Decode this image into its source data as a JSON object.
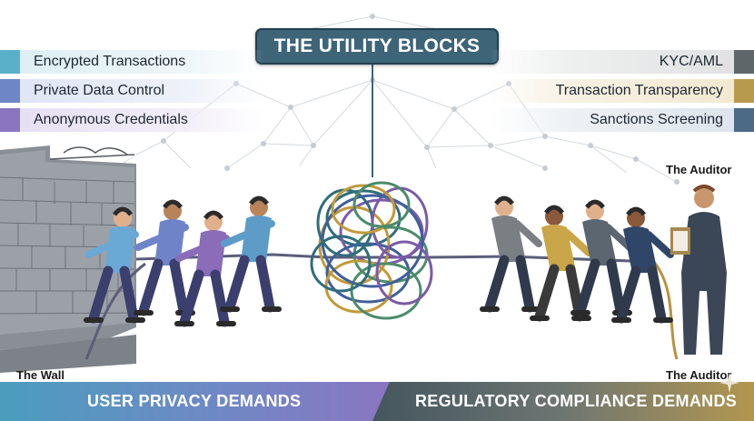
{
  "title": "THE UTILITY BLOCKS",
  "privacy_features": [
    {
      "label": "Encrypted Transactions",
      "color": "#5ab0c8"
    },
    {
      "label": "Private Data Control",
      "color": "#6f86c6"
    },
    {
      "label": "Anonymous Credentials",
      "color": "#8b74c0"
    }
  ],
  "compliance_features": [
    {
      "label": "KYC/AML",
      "color": "#5f666a"
    },
    {
      "label": "Transaction Transparency",
      "color": "#b89a4e"
    },
    {
      "label": "Sanctions Screening",
      "color": "#4c6a86"
    }
  ],
  "captions": {
    "wall": "The Wall",
    "auditor_top": "The Auditor",
    "auditor_bottom": "The Auditor"
  },
  "banners": {
    "left": "USER PRIVACY DEMANDS",
    "right": "REGULATORY COMPLIANCE DEMANDS"
  },
  "illustration": {
    "left_team_colors": [
      "#6aa9d6",
      "#6f84c8",
      "#8a6cb8",
      "#5e9cc8"
    ],
    "right_team_colors": [
      "#7b7f83",
      "#c9a648",
      "#5c6670",
      "#2f4668"
    ],
    "tangle_colors": [
      "#2f6d7c",
      "#7b5aa8",
      "#c29a3a",
      "#4a8c6a",
      "#3f5f9a"
    ]
  }
}
